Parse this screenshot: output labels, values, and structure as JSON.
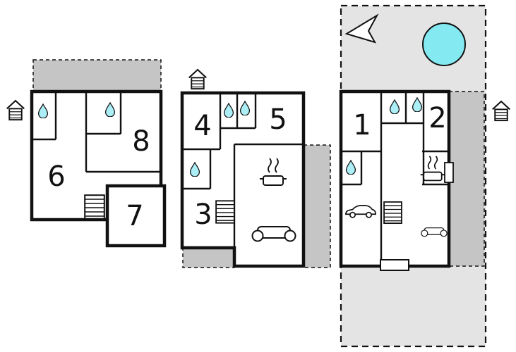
{
  "rooms": {
    "r1": "1",
    "r2": "2",
    "r3": "3",
    "r4": "4",
    "r5": "5",
    "r6": "6",
    "r7": "7",
    "r8": "8"
  },
  "colors": {
    "wall": "#111111",
    "terrace": "#c5c5c5",
    "plot": "#e4e4e4",
    "water": "#aceef6",
    "pool": "#84e9f0",
    "background": "#ffffff"
  },
  "icons": {
    "water_drop": "water-drop-icon",
    "entrance": "house-entrance-icon",
    "stairs": "stairs-icon",
    "stove": "stove-pot-icon",
    "sofa": "sofa-icon",
    "car": "car-icon",
    "north_arrow": "north-arrow-icon",
    "pool": "pool-icon"
  }
}
